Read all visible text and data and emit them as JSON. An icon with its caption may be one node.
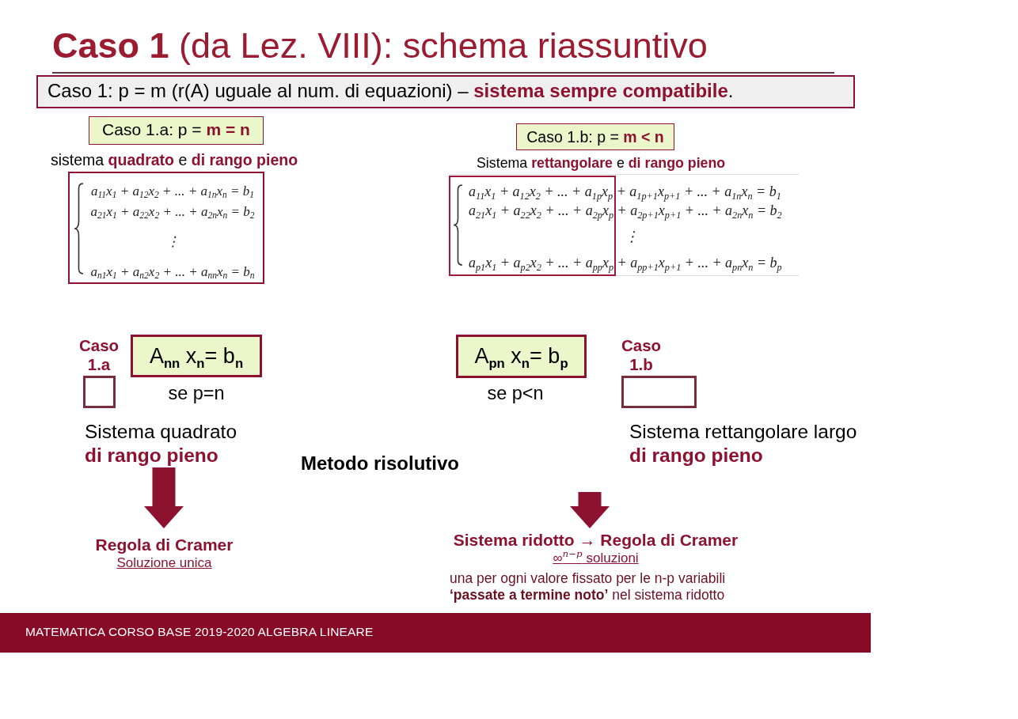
{
  "diagram": {
    "title": "**Caso 1** (da Lez. VIII): schema riassuntivo",
    "nodes": [
      {
        "text": [
          "Caso 1: p = m (r(A) uguale al num. di equazioni) – **sistema sempre compatibile**."
        ]
      },
      {
        "text": [
          "Caso 1.a: p = **m = n**"
        ],
        "beside": [
          "sistema **quadrato** e **di rango pieno**"
        ]
      },
      {
        "text": [
          "a$_{11}$x$_{1}$ + a$_{12}$x$_{2}$ + ... + a$_{1n}$x$_{n}$ = b$_{1}$",
          "a$_{21}$x$_{1}$ + a$_{22}$x$_{2}$ + ... + a$_{2n}$x$_{n}$ = b$_{2}$",
          "⋮",
          "a$_{n1}$x$_{1}$ + a$_{n2}$x$_{2}$ + ... + a$_{nn}$x$_{n}$ = b$_{n}$"
        ]
      },
      {
        "text": [
          "Caso 1.b: p = **m < n**"
        ],
        "beside": [
          "Sistema **rettangolare** e **di rango pieno**"
        ]
      },
      {
        "text": [
          "a$_{11}$x$_{1}$ + a$_{12}$x$_{2}$ + ... + a$_{1p}$x$_{p}$ + a$_{1p+1}$x$_{p+1}$ + ... + a$_{1n}$x$_{n}$ = b$_{1}$",
          "a$_{21}$x$_{1}$ + a$_{22}$x$_{2}$ + ... + a$_{2p}$x$_{p}$ + a$_{2p+1}$x$_{p+1}$ + ... + a$_{2n}$x$_{n}$ = b$_{2}$",
          "⋮",
          "a$_{p1}$x$_{1}$ + a$_{p2}$x$_{2}$ + ... + a$_{pp}$x$_{p}$ + a$_{pp+1}$x$_{p+1}$ + ... + a$_{pn}$x$_{n}$ = b$_{p}$"
        ]
      },
      {
        "text": [],
        "shape": "box",
        "beside": [
          "Caso 1.a"
        ]
      },
      {
        "text": [
          "A$_{nn}$ x$_{n}$= b$_{n}$"
        ],
        "beside": [
          "se p=n"
        ]
      },
      {
        "text": [
          "A$_{pn}$ x$_{n}$= b$_{p}$"
        ],
        "beside": [
          "se p<n"
        ]
      },
      {
        "text": [],
        "shape": "box",
        "beside": [
          "Caso 1.b"
        ]
      },
      {
        "text": [
          "Sistema quadrato **di rango pieno**"
        ]
      },
      {
        "text": [
          "Sistema rettangolare largo **di rango pieno**"
        ]
      },
      {
        "text": [
          "Regola di Cramer",
          "Soluzione unica"
        ]
      },
      {
        "text": [
          "Sistema ridotto → Regola di Cramer",
          "∞$^{n−p}$ soluzioni",
          "una per ogni valore fissato per le n-p variabili **‘passate a termine noto’** nel sistema ridotto"
        ]
      }
    ],
    "edges": [
      {
        "from": 9,
        "to": 11,
        "arrow": "to"
      },
      {
        "from": null,
        "to": 12,
        "arrow": "to"
      }
    ],
    "labels": [
      "Metodo risolutivo",
      "MATEMATICA CORSO BASE 2019-2020 ALGEBRA LINEARE"
    ]
  }
}
